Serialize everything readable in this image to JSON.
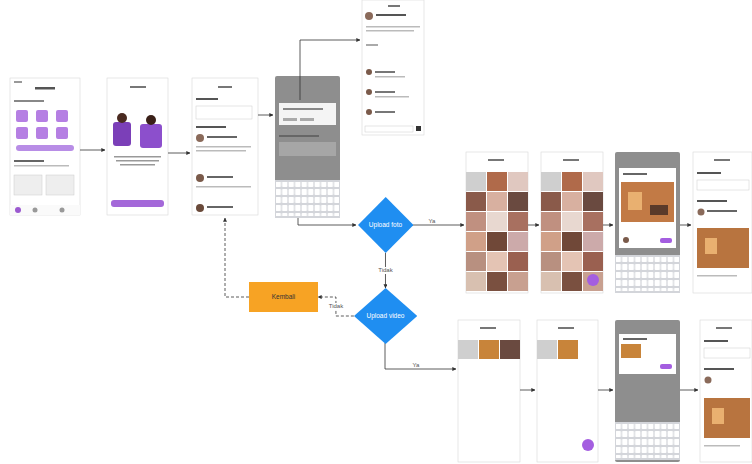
{
  "diagram": {
    "nodes": [
      {
        "text": [
          "Upload foto"
        ]
      },
      {
        "text": [
          "Upload video"
        ]
      },
      {
        "text": [
          "Kembali"
        ]
      }
    ],
    "edges": [
      {
        "from": 0,
        "to": 1,
        "label": "Tidak",
        "arrow": "to"
      },
      {
        "from": 1,
        "to": 2,
        "label": "Tidak",
        "arrow": "to"
      }
    ],
    "labels": [
      "Ya",
      "Ya"
    ]
  }
}
